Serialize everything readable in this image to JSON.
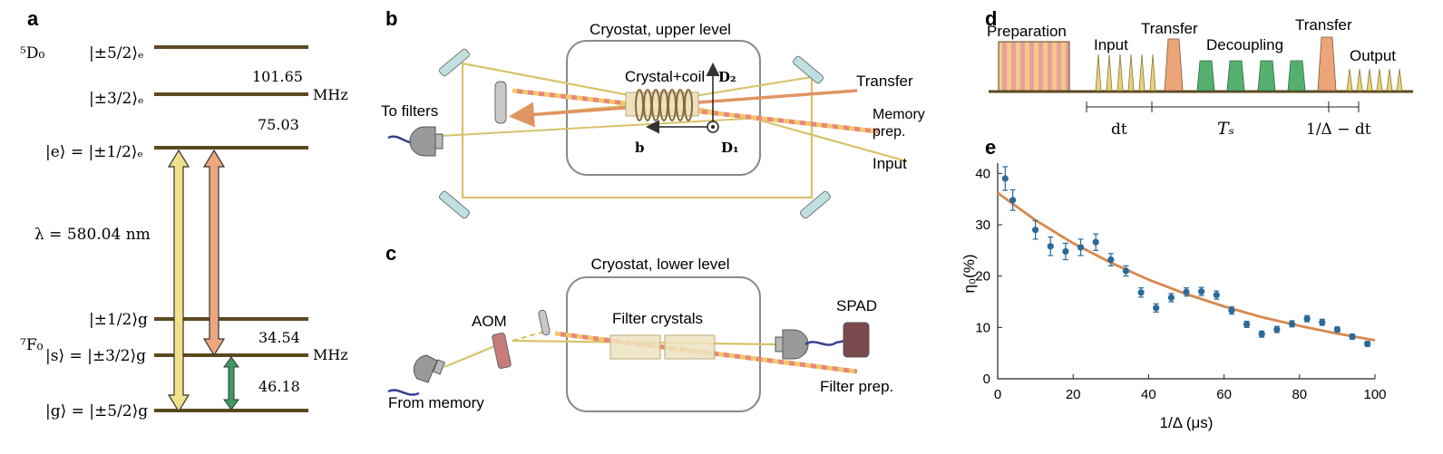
{
  "panels": {
    "a": {
      "label": "a",
      "upper_manifold": "⁵D₀",
      "lower_manifold": "⁷F₀",
      "levels": [
        {
          "label": "|±5/2⟩ₑ"
        },
        {
          "label": "|±3/2⟩ₑ"
        },
        {
          "label": "|e⟩ = |±1/2⟩ₑ"
        },
        {
          "label": "|±1/2⟩g"
        },
        {
          "label": "|s⟩ = |±3/2⟩g"
        },
        {
          "label": "|g⟩ = |±5/2⟩g"
        }
      ],
      "splittings": {
        "upper_1": "101.65",
        "upper_2": "75.03",
        "lower_1": "34.54",
        "lower_2": "46.18",
        "unit_upper": "MHz",
        "unit_lower": "MHz"
      },
      "wavelength": "λ = 580.04 nm",
      "colors": {
        "level": "#5c4a1f",
        "input_arrow": "#f2e08a",
        "transfer_arrow": "#eda77f",
        "rf_arrow": "#3f9a66"
      }
    },
    "b": {
      "label": "b",
      "cryostat": "Cryostat, upper level",
      "crystal": "Crystal+coil",
      "axis_d2": "D₂",
      "axis_d1": "D₁",
      "axis_b": "b",
      "to_filters": "To filters",
      "transfer": "Transfer",
      "memory_prep_1": "Memory",
      "memory_prep_2": "prep.",
      "input": "Input"
    },
    "c": {
      "label": "c",
      "cryostat": "Cryostat, lower level",
      "filter_crystals": "Filter crystals",
      "aom": "AOM",
      "spad": "SPAD",
      "from_memory": "From memory",
      "filter_prep": "Filter prep."
    },
    "d": {
      "label": "d",
      "preparation": "Preparation",
      "input": "Input",
      "transfer_1": "Transfer",
      "decoupling": "Decoupling",
      "transfer_2": "Transfer",
      "output": "Output",
      "dt": "dt",
      "ts": "Tₛ",
      "inv_delta": "1/Δ − dt"
    }
  },
  "chart_data": {
    "type": "scatter",
    "panel_label": "e",
    "xlabel": "1/Δ (μs)",
    "ylabel": "η₀(%)",
    "xlim": [
      0,
      100
    ],
    "ylim": [
      0,
      42
    ],
    "xticks": [
      0,
      20,
      40,
      60,
      80,
      100
    ],
    "yticks": [
      0,
      10,
      20,
      30,
      40
    ],
    "points_x": [
      2,
      4,
      10,
      14,
      18,
      22,
      26,
      30,
      34,
      38,
      42,
      46,
      50,
      54,
      58,
      62,
      66,
      70,
      74,
      78,
      82,
      86,
      90,
      94,
      98
    ],
    "points_y": [
      39,
      34.8,
      29,
      25.8,
      24.8,
      25.6,
      26.6,
      23.2,
      21,
      16.8,
      13.8,
      15.8,
      16.9,
      17,
      16.3,
      13.3,
      10.6,
      8.7,
      9.6,
      10.7,
      11.7,
      11,
      9.6,
      8.2,
      6.8
    ],
    "errors": [
      2.3,
      2.0,
      1.8,
      1.8,
      1.6,
      1.6,
      1.6,
      1.2,
      1.0,
      0.9,
      0.8,
      0.8,
      0.8,
      0.8,
      0.8,
      0.7,
      0.6,
      0.6,
      0.6,
      0.6,
      0.6,
      0.6,
      0.5,
      0.5,
      0.5
    ],
    "fit_x": [
      0,
      10,
      20,
      30,
      40,
      50,
      60,
      70,
      80,
      90,
      100
    ],
    "fit_y": [
      36.2,
      30.9,
      26.4,
      22.6,
      19.3,
      16.5,
      14.1,
      12.0,
      10.3,
      8.8,
      7.5
    ],
    "colors": {
      "points": "#2a6a98",
      "fit": "#d8884e",
      "axes": "#222222"
    }
  }
}
